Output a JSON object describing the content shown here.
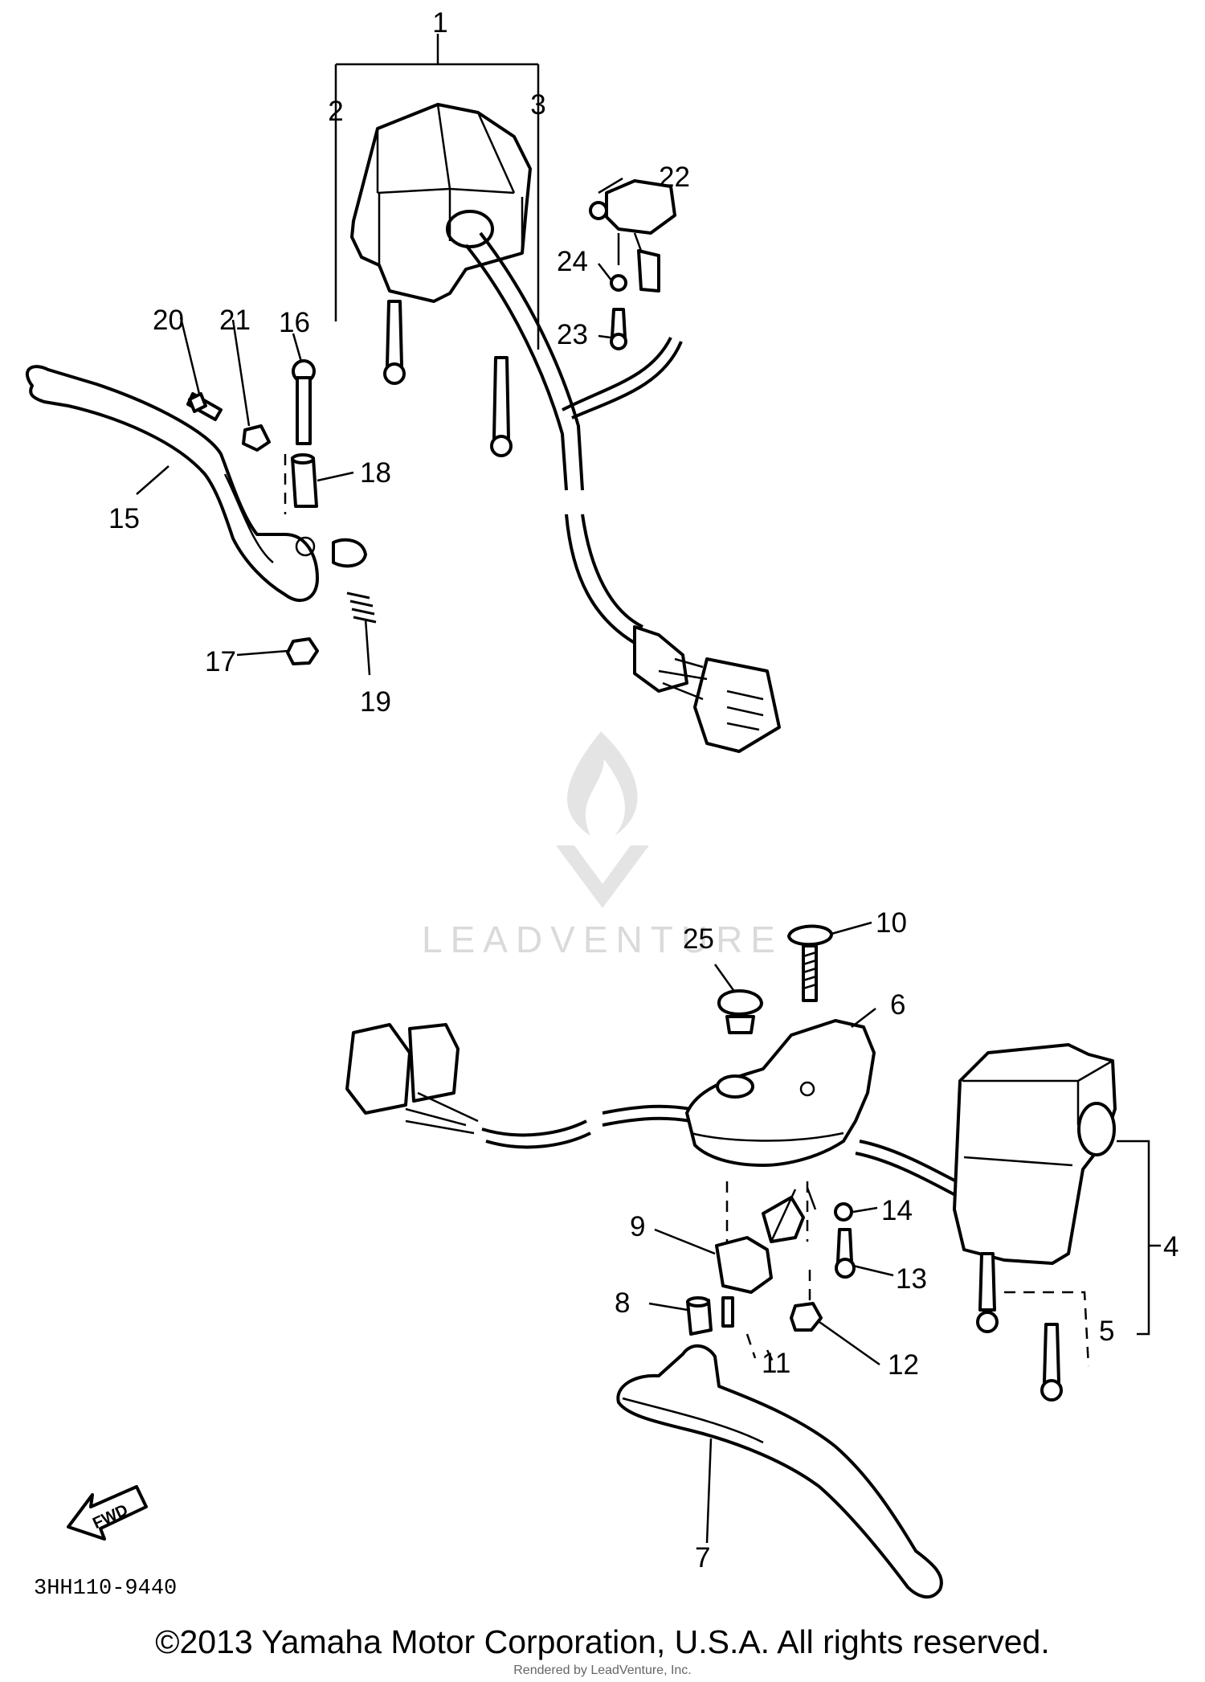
{
  "diagram": {
    "reference_code": "3HH110-9440",
    "fwd_label": "FWD",
    "watermark_text": "LEADVENTURE",
    "callouts": {
      "c1": "1",
      "c2": "2",
      "c3": "3",
      "c4": "4",
      "c5": "5",
      "c6": "6",
      "c7": "7",
      "c8": "8",
      "c9": "9",
      "c10": "10",
      "c11": "11",
      "c12": "12",
      "c13": "13",
      "c14": "14",
      "c15": "15",
      "c16": "16",
      "c17": "17",
      "c18": "18",
      "c19": "19",
      "c20": "20",
      "c21": "21",
      "c22": "22",
      "c23": "23",
      "c24": "24",
      "c25": "25"
    }
  },
  "footer": {
    "copyright": "©2013 Yamaha Motor Corporation, U.S.A. All rights reserved.",
    "rendered_by": "Rendered by LeadVenture, Inc."
  }
}
